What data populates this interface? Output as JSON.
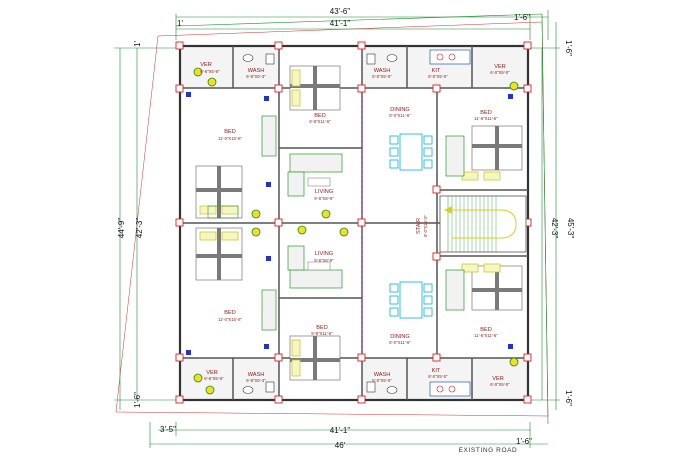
{
  "dimensions": {
    "top_overall": "43'-6\"",
    "top_inner": "41'-1\"",
    "top_left_small": "1'",
    "top_right_small": "1'-6\"",
    "bottom_inner": "41'-1\"",
    "bottom_overall": "46'",
    "bottom_left": "3'-5\"",
    "bottom_right_small": "1'-6\"",
    "left_outer": "44'-9\"",
    "left_inner": "42'-3\"",
    "left_top_small": "1'",
    "left_bottom_small": "1'-6\"",
    "right_inner": "42'-3\"",
    "right_outer": "45'-3\"",
    "right_top_small": "1'-6\"",
    "right_bottom_small": "1'-6\""
  },
  "road_label": "EXISTING ROAD",
  "rooms": {
    "ver_tl": {
      "name": "VER",
      "size": "6'-6\"X5'-6\""
    },
    "wash_tl": {
      "name": "WASH",
      "size": "5'-9\"X5'-3\""
    },
    "bed_top_center": {
      "name": "BED",
      "size": "9'-8\"X11'-6\""
    },
    "wash_tr": {
      "name": "WASH",
      "size": "5'-0\"X5'-0\""
    },
    "kit_top": {
      "name": "KIT",
      "size": "8'-0\"X5'-0\""
    },
    "ver_tr": {
      "name": "VER",
      "size": "6'-0\"X5'-0\""
    },
    "dining_top": {
      "name": "DINING",
      "size": "8'-0\"X11'-6\""
    },
    "bed_top_right": {
      "name": "BED",
      "size": "11'-6\"X11'-6\""
    },
    "bed_left_upper": {
      "name": "BED",
      "size": "11'-0\"X15'-6\""
    },
    "living_upper": {
      "name": "LIVING",
      "size": "9'-6\"X8'-9\""
    },
    "stair": {
      "name": "STAIR",
      "size": "8'-0\"X15'-0\""
    },
    "living_lower": {
      "name": "LIVING",
      "size": "9'-6\"X8'-9\""
    },
    "bed_left_lower": {
      "name": "BED",
      "size": "11'-0\"X15'-6\""
    },
    "bed_bottom_center": {
      "name": "BED",
      "size": "9'-8\"X11'-6\""
    },
    "dining_bottom": {
      "name": "DINING",
      "size": "8'-0\"X11'-6\""
    },
    "bed_bottom_right": {
      "name": "BED",
      "size": "11'-6\"X11'-6\""
    },
    "ver_bl": {
      "name": "VER",
      "size": "6'-6\"X5'-6\""
    },
    "wash_bl": {
      "name": "WASH",
      "size": "5'-9\"X5'-3\""
    },
    "wash_br": {
      "name": "WASH",
      "size": "5'-0\"X5'-0\""
    },
    "kit_bottom": {
      "name": "KIT",
      "size": "8'-0\"X5'-0\""
    },
    "ver_br": {
      "name": "VER",
      "size": "6'-0\"X5'-0\""
    }
  },
  "colors": {
    "walls": "#333333",
    "dimension_lines": "#1a8a2a",
    "plot_line": "#cc3333",
    "dining_furniture": "#22bbdd",
    "room_labels": "#8a1a1a",
    "sofa_outline": "#2a9a2a"
  }
}
